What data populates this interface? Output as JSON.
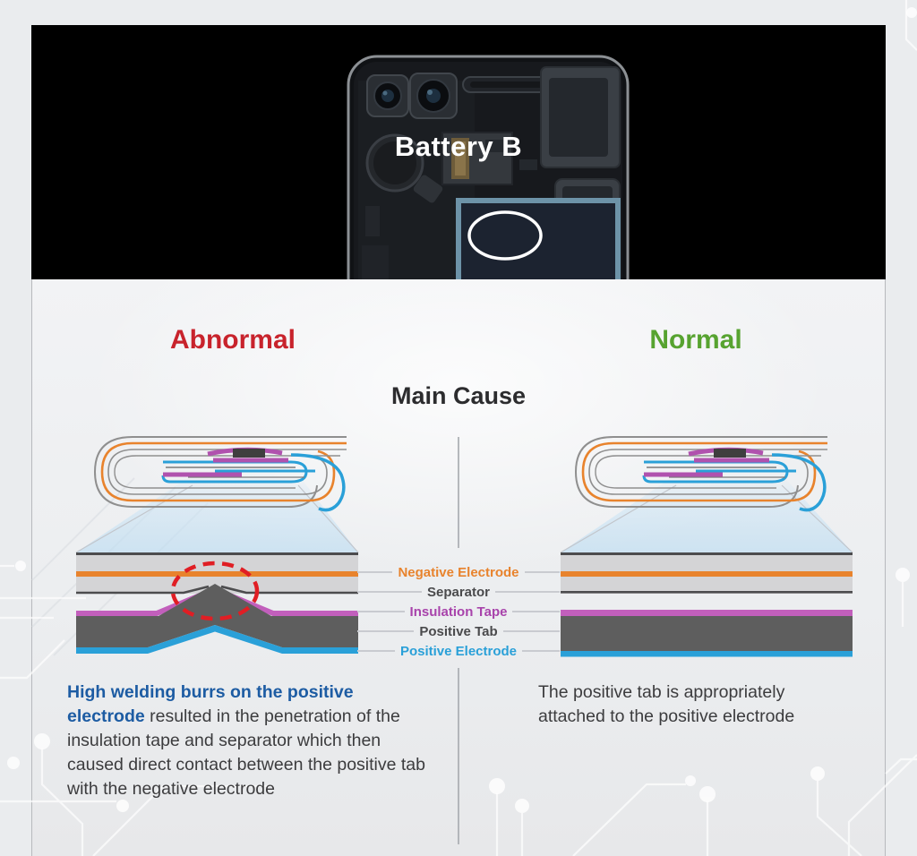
{
  "hero": {
    "title": "Battery B"
  },
  "sections": {
    "main_cause_label": "Main Cause",
    "abnormal": {
      "label": "Abnormal",
      "description_highlight": "High welding burrs on the positive electrode",
      "description_rest": " resulted in the penetration of the insulation tape and separator which then caused direct contact between the positive tab with the negative electrode"
    },
    "normal": {
      "label": "Normal",
      "description": "The positive tab is appropriately attached to the positive electrode"
    }
  },
  "legend": {
    "items": [
      {
        "label": "Negative Electrode",
        "color": "#e8832d"
      },
      {
        "label": "Separator",
        "color": "#4a4a4c"
      },
      {
        "label": "Insulation Tape",
        "color": "#a843ab"
      },
      {
        "label": "Positive Tab",
        "color": "#4a4a4c"
      },
      {
        "label": "Positive Electrode",
        "color": "#2aa0d8"
      }
    ]
  },
  "colors": {
    "abnormal_red": "#c8232c",
    "normal_green": "#57a330",
    "highlight_blue": "#1d5ca3",
    "negative_electrode_orange": "#e8832d",
    "insulation_tape_purple": "#c25fbc",
    "positive_electrode_blue": "#2aa0d8",
    "positive_tab_gray": "#5e5e5e",
    "separator_band_gray": "#d4d4d6",
    "defect_marker_red": "#e01e24",
    "battery_outline_blue": "#6d93a8"
  }
}
